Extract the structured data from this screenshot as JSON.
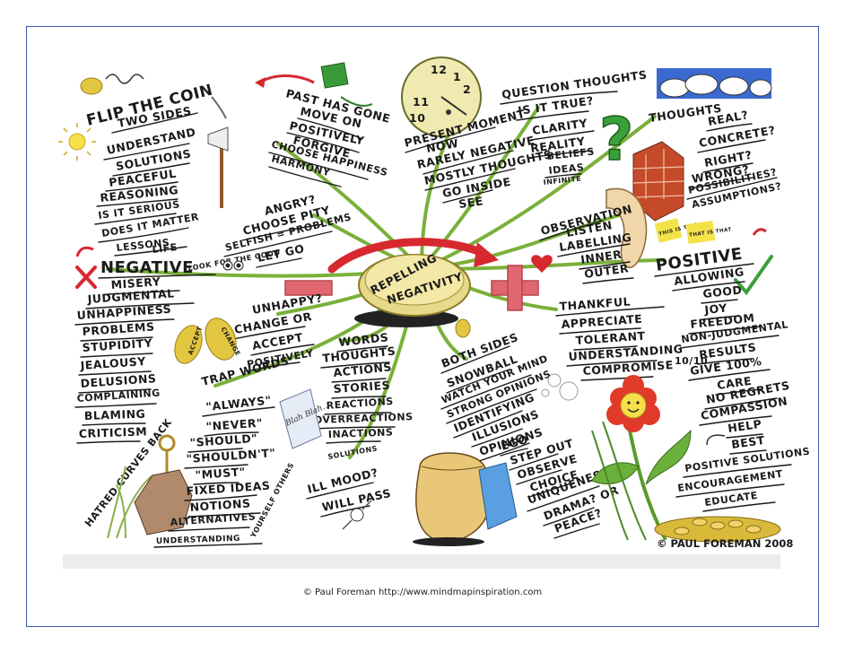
{
  "center": {
    "line1": "REPELLING",
    "line2": "NEGATIVITY"
  },
  "flip_coin": {
    "title": "FLIP THE COIN",
    "items": [
      "TWO SIDES",
      "UNDERSTAND",
      "SOLUTIONS",
      "PEACEFUL",
      "REASONING",
      "IS IT SERIOUS",
      "DOES IT MATTER",
      "LESSONS",
      "LIFE"
    ]
  },
  "past": {
    "title": "PAST HAS GONE",
    "items": [
      "MOVE ON",
      "POSITIVELY",
      "FORGIVE",
      "CHOOSE HAPPINESS",
      "HARMONY"
    ]
  },
  "present": {
    "clock": [
      "12",
      "1",
      "2",
      "11",
      "10"
    ],
    "title": "PRESENT MOMENT",
    "items": [
      "NOW",
      "RARELY NEGATIVE",
      "MOSTLY THOUGHTS",
      "GO INSIDE",
      "SEE"
    ]
  },
  "question": {
    "title": "QUESTION THOUGHTS",
    "items": [
      "IS IT TRUE?",
      "CLARITY",
      "REALITY",
      "BELIEFS",
      "IDEAS",
      "INFINITE"
    ]
  },
  "thoughts": {
    "title": "THOUGHTS",
    "items": [
      "REAL?",
      "CONCRETE?",
      "RIGHT?",
      "WRONG?",
      "POSSIBILITIES?",
      "ASSUMPTIONS?"
    ]
  },
  "observation": {
    "title": "OBSERVATION",
    "items": [
      "LISTEN",
      "LABELLING",
      "INNER",
      "OUTER"
    ],
    "sticky1": "THIS IS THIS",
    "sticky2": "THAT IS THAT"
  },
  "angry": {
    "title": "ANGRY?",
    "items": [
      "CHOOSE PITY",
      "SELFISH = PROBLEMS",
      "LET GO"
    ],
    "look": "LOOK FOR THE GOOD"
  },
  "negative": {
    "title": "NEGATIVE",
    "items": [
      "MISERY",
      "JUDGMENTAL",
      "UNHAPPINESS",
      "PROBLEMS",
      "STUPIDITY",
      "JEALOUSY",
      "DELUSIONS",
      "COMPLAINING",
      "BLAMING",
      "CRITICISM"
    ],
    "hatred": "HATRED CURVES BACK"
  },
  "unhappy": {
    "title": "UNHAPPY?",
    "items": [
      "CHANGE OR",
      "ACCEPT",
      "POSITIVELY"
    ],
    "coin1": "ACCEPT",
    "coin2": "CHANGE"
  },
  "trap": {
    "title": "TRAP WORDS",
    "items": [
      "\"ALWAYS\"",
      "\"NEVER\"",
      "\"SHOULD\"",
      "\"SHOULDN'T\"",
      "\"MUST\"",
      "FIXED IDEAS",
      "NOTIONS",
      "ALTERNATIVES",
      "UNDERSTANDING"
    ],
    "side": "YOURSELF OTHERS"
  },
  "words": {
    "items": [
      "WORDS",
      "THOUGHTS",
      "ACTIONS",
      "STORIES",
      "REACTIONS",
      "OVERREACTIONS",
      "INACTIONS",
      "SOLUTIONS"
    ],
    "paper": "Blah Blah..."
  },
  "mood": {
    "title": "ILL MOOD?",
    "item": "WILL PASS"
  },
  "both": {
    "items": [
      "BOTH SIDES",
      "SNOWBALL",
      "WATCH YOUR MIND",
      "STRONG OPINIONS",
      "IDENTIFYING",
      "ILLUSIONS",
      "OPINIONS",
      "EGO",
      "STEP OUT",
      "OBSERVE",
      "CHOICE",
      "UNIQUENESS",
      "DRAMA? OR",
      "PEACE?"
    ]
  },
  "thankful": {
    "title": "THANKFUL",
    "items": [
      "APPRECIATE",
      "TOLERANT",
      "UNDERSTANDING",
      "COMPROMISE"
    ]
  },
  "positive": {
    "title": "POSITIVE",
    "items": [
      "ALLOWING",
      "GOOD",
      "JOY",
      "FREEDOM",
      "NON-JUDGMENTAL",
      "RESULTS",
      "GIVE 100%",
      "CARE",
      "NO REGRETS",
      "COMPASSION",
      "HELP",
      "BEST",
      "POSITIVE SOLUTIONS",
      "ENCOURAGEMENT",
      "EDUCATE"
    ],
    "fraction": "10/10"
  },
  "signature": "© PAUL FOREMAN 2008",
  "footer": "© Paul Foreman http://www.mindmapinspiration.com",
  "colors": {
    "frame": "#3a56b0",
    "branch": "#7ab03a",
    "minus": "#e0676f",
    "plus": "#e0676f",
    "arrow": "#d7282f"
  }
}
